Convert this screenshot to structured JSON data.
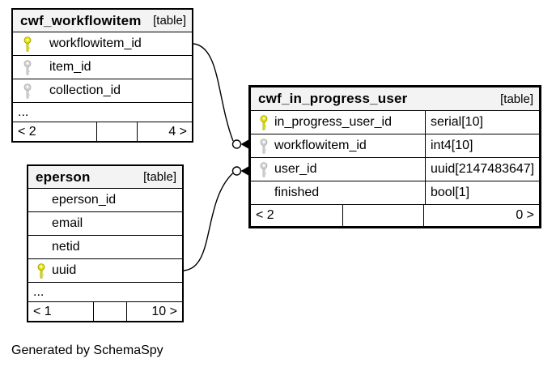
{
  "page": {
    "footer_note": "Generated by SchemaSpy"
  },
  "colors": {
    "primary_key_icon": "#e4e400",
    "primary_key_outline": "#9c9c00",
    "foreign_key_icon": "#d4d4d4",
    "foreign_key_outline": "#a8a8a8",
    "header_background": "#f3f3f3",
    "border": "#000000"
  },
  "tables": {
    "cwf_workflowitem": {
      "name": "cwf_workflowitem",
      "badge": "[table]",
      "columns": [
        {
          "name": "workflowitem_id",
          "key": "primary"
        },
        {
          "name": "item_id",
          "key": "foreign"
        },
        {
          "name": "collection_id",
          "key": "foreign"
        }
      ],
      "more": "...",
      "pager": {
        "left": "< 2",
        "center": "",
        "right": "4 >"
      }
    },
    "eperson": {
      "name": "eperson",
      "badge": "[table]",
      "columns": [
        {
          "name": "eperson_id",
          "key": "none"
        },
        {
          "name": "email",
          "key": "none"
        },
        {
          "name": "netid",
          "key": "none"
        },
        {
          "name": "uuid",
          "key": "primary"
        }
      ],
      "more": "...",
      "pager": {
        "left": "< 1",
        "center": "",
        "right": "10 >"
      }
    },
    "cwf_in_progress_user": {
      "name": "cwf_in_progress_user",
      "badge": "[table]",
      "columns": [
        {
          "name": "in_progress_user_id",
          "type": "serial[10]",
          "key": "primary"
        },
        {
          "name": "workflowitem_id",
          "type": "int4[10]",
          "key": "foreign"
        },
        {
          "name": "user_id",
          "type": "uuid[2147483647]",
          "key": "foreign"
        },
        {
          "name": "finished",
          "type": "bool[1]",
          "key": "none"
        }
      ],
      "pager": {
        "left": "< 2",
        "center": "",
        "right": "0 >"
      }
    }
  },
  "relationships": [
    {
      "from_table": "cwf_workflowitem",
      "from_column": "workflowitem_id",
      "to_table": "cwf_in_progress_user",
      "to_column": "workflowitem_id",
      "cardinality": "zero-or-many"
    },
    {
      "from_table": "eperson",
      "from_column": "uuid",
      "to_table": "cwf_in_progress_user",
      "to_column": "user_id",
      "cardinality": "zero-or-many"
    }
  ]
}
